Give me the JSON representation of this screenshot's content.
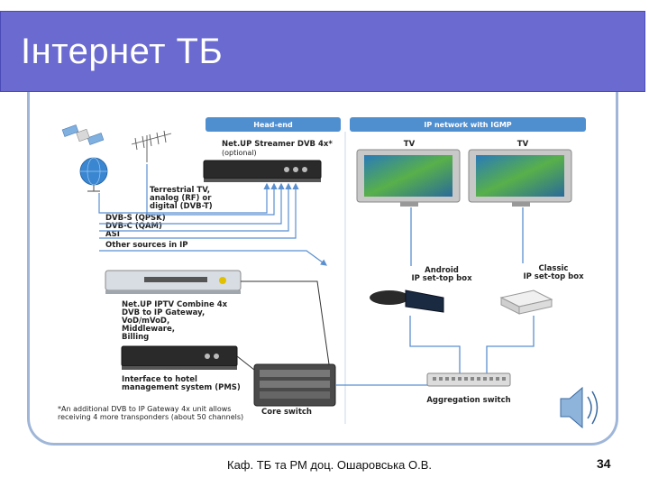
{
  "slide": {
    "title": "Інтернет ТБ",
    "footer": "Каф. ТБ та РМ доц. Ошаровська О.В.",
    "page_number": "34"
  },
  "diagram": {
    "headend_header": "Head-end",
    "ipnet_header": "IP network with IGMP",
    "streamer_name": "Net.UP Streamer DVB 4x*",
    "streamer_optional": "(optional)",
    "terrestrial_lines": [
      "Terrestrial TV,",
      "analog (RF) or",
      "digital (DVB-T)"
    ],
    "sources_lines": [
      "DVB-S (QPSK)",
      "DVB-C (QAM)",
      "ASI"
    ],
    "other_sources": "Other sources in IP",
    "combine_lines": [
      "Net.UP IPTV Combine 4x",
      "DVB to IP Gateway,",
      "VoD/mVoD,",
      "Middleware,",
      "Billing"
    ],
    "hotel_lines": [
      "Interface to hotel",
      "management system (PMS)"
    ],
    "footnote_lines": [
      "*An additional DVB to IP Gateway 4x unit allows",
      "receiving 4 more transponders (about 50 channels)"
    ],
    "core_switch": "Core switch",
    "tv_left": "TV",
    "tv_right": "TV",
    "android_lines": [
      "Android",
      "IP set-top box"
    ],
    "classic_lines": [
      "Classic",
      "IP set-top box"
    ],
    "aggregation": "Aggregation switch"
  },
  "colors": {
    "title_bar": "#6a6ad0",
    "header_bar": "#4f8fd0",
    "arrow": "#5a8fd0",
    "frame": "#9fb6d8"
  },
  "icons": [
    "satellite-icon",
    "globe-icon",
    "antenna-icon",
    "speaker-icon"
  ]
}
